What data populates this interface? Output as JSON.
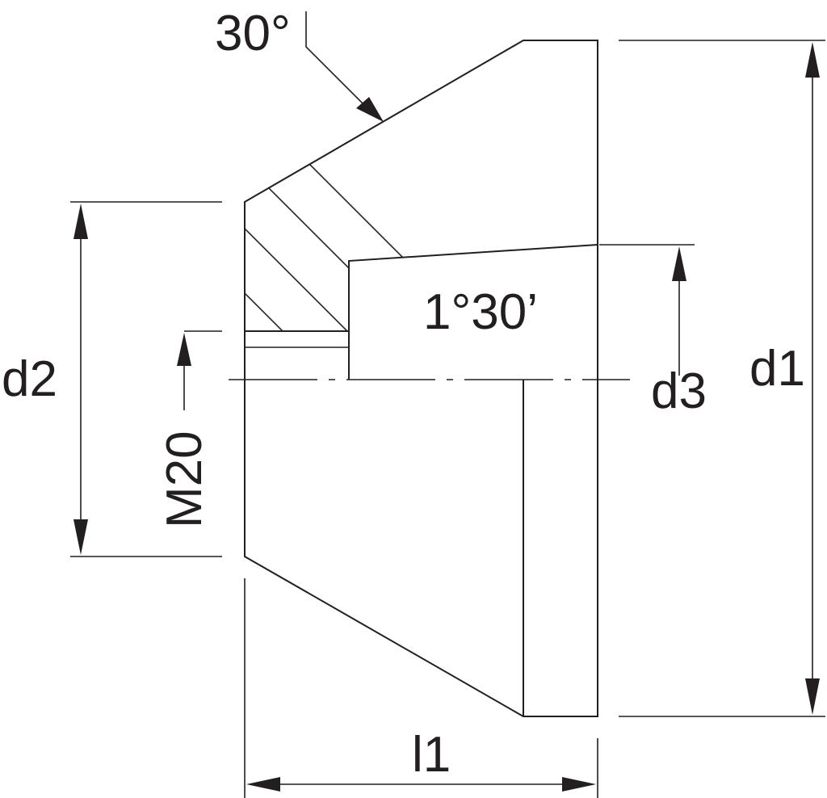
{
  "labels": {
    "angle_chamfer": "30°",
    "angle_taper": "1°30’",
    "d1": "d1",
    "d2": "d2",
    "d3": "d3",
    "thread": "M20",
    "length": "l1"
  }
}
